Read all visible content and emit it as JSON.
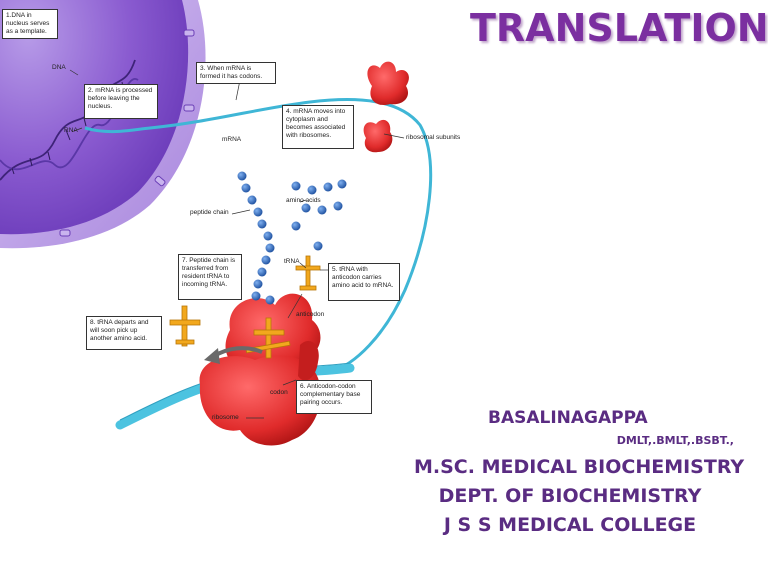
{
  "title": "TRANSLATION",
  "author": {
    "name": "BASALINAGAPPA",
    "credentials": "DMLT,.BMLT,.BSBT.,",
    "degree": "M.SC. MEDICAL BIOCHEMISTRY",
    "department": "DEPT. OF BIOCHEMISTRY",
    "college": "J S S MEDICAL COLLEGE"
  },
  "diagram": {
    "steps": [
      {
        "id": "1",
        "text": "1.DNA in nucleus serves as a template."
      },
      {
        "id": "2",
        "text": "2. mRNA is processed before leaving the nucleus."
      },
      {
        "id": "3",
        "text": "3. When mRNA is formed it has codons."
      },
      {
        "id": "4",
        "text": "4. mRNA moves into cytoplasm and becomes associated with ribosomes."
      },
      {
        "id": "5",
        "text": "5. tRNA with anticodon carries amino acid to mRNA."
      },
      {
        "id": "6",
        "text": "6. Anticodon-codon complementary base pairing occurs."
      },
      {
        "id": "7",
        "text": "7. Peptide chain is transferred from resident tRNA to incoming tRNA."
      },
      {
        "id": "8",
        "text": "8. tRNA departs and will soon pick up another amino acid."
      }
    ],
    "labels": {
      "dna": "DNA",
      "rna": "RNA",
      "mrna": "mRNA",
      "ribosomal_subunits": "ribosomal subunits",
      "peptide_chain": "peptide chain",
      "amino_acids": "amino acids",
      "trna": "tRNA",
      "anticodon": "anticodon",
      "codon": "codon",
      "ribosome": "ribosome"
    }
  },
  "colors": {
    "title": "#7b2fa0",
    "author_text": "#5a2c82",
    "nucleus": "#8a5bd0",
    "nuclear_envelope": "#b99be6",
    "mrna": "#3fb6d6",
    "ribosome": "#e02b2b",
    "trna": "#f2a81d",
    "amino_acid": "#2a5fb0"
  }
}
